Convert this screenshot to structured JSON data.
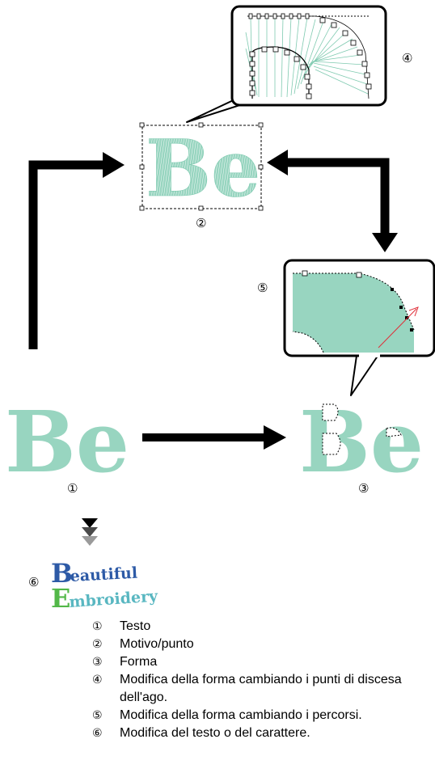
{
  "colors": {
    "mint": "#98d5c0",
    "mint_dark": "#6fc3a6",
    "arrow": "#000000",
    "logo_blue": "#2d5aa6",
    "logo_green": "#52b848",
    "logo_teal": "#59b7c1",
    "path_arrow": "#e0303a"
  },
  "diagram": {
    "text_sample": "Be",
    "markers": {
      "m1": "①",
      "m2": "②",
      "m3": "③",
      "m4": "④",
      "m5": "⑤",
      "m6": "⑥"
    },
    "logo": {
      "line1_initial": "B",
      "line1_rest": "eautiful",
      "line2_initial": "E",
      "line2_rest": "mbroidery"
    }
  },
  "legend": [
    {
      "num": "①",
      "text": "Testo"
    },
    {
      "num": "②",
      "text": "Motivo/punto"
    },
    {
      "num": "③",
      "text": "Forma"
    },
    {
      "num": "④",
      "text": "Modifica della forma cambiando i punti di discesa dell'ago."
    },
    {
      "num": "⑤",
      "text": "Modifica della forma cambiando i percorsi."
    },
    {
      "num": "⑥",
      "text": "Modifica del testo o del carattere."
    }
  ]
}
